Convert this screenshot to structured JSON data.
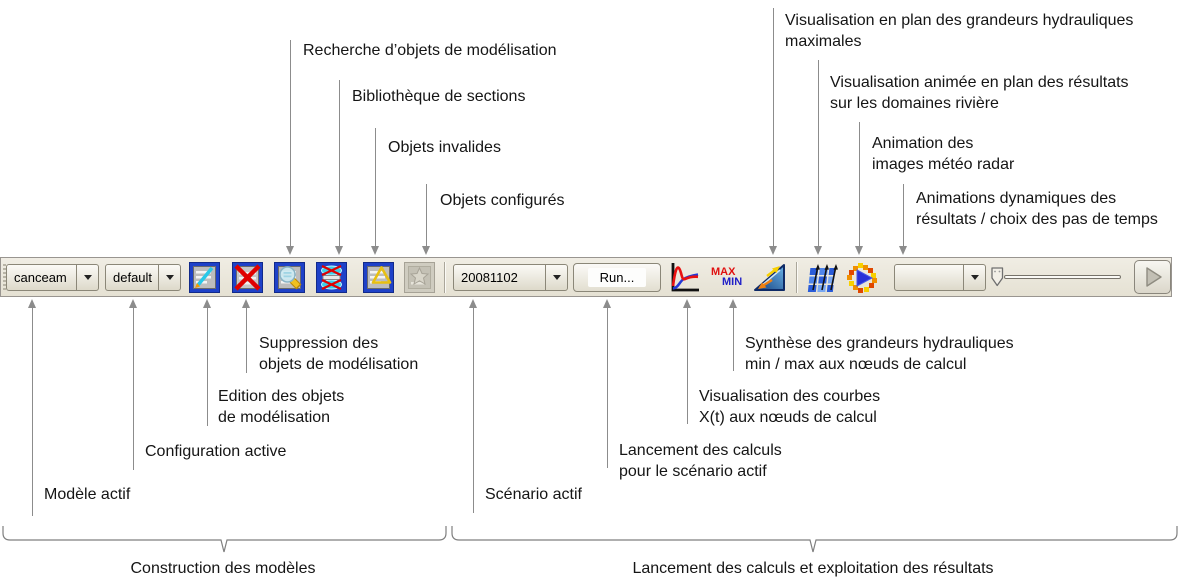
{
  "toolbar": {
    "model": "canceam",
    "configuration": "default",
    "scenario": "20081102",
    "run_label": "Run...",
    "timestep": "",
    "max_label": "MAX",
    "min_label": "MIN"
  },
  "callouts_top": [
    {
      "lines": [
        "Recherche d’objets de modélisation"
      ]
    },
    {
      "lines": [
        "Bibliothèque de sections"
      ]
    },
    {
      "lines": [
        "Objets invalides"
      ]
    },
    {
      "lines": [
        "Objets configurés"
      ]
    },
    {
      "lines": [
        "Visualisation en plan des grandeurs hydrauliques",
        "maximales"
      ]
    },
    {
      "lines": [
        "Visualisation animée en plan des résultats",
        "sur les domaines rivière"
      ]
    },
    {
      "lines": [
        "Animation des",
        "images météo radar"
      ]
    },
    {
      "lines": [
        "Animations dynamiques des",
        "résultats / choix des pas de temps"
      ]
    }
  ],
  "callouts_bottom": [
    {
      "lines": [
        "Modèle actif"
      ]
    },
    {
      "lines": [
        "Configuration active"
      ]
    },
    {
      "lines": [
        "Edition des objets",
        "de modélisation"
      ]
    },
    {
      "lines": [
        "Suppression des",
        "objets de modélisation"
      ]
    },
    {
      "lines": [
        "Scénario actif"
      ]
    },
    {
      "lines": [
        "Lancement des calculs",
        "pour le scénario actif"
      ]
    },
    {
      "lines": [
        "Visualisation des courbes",
        "X(t) aux nœuds de calcul"
      ]
    },
    {
      "lines": [
        "Synthèse des grandeurs hydrauliques",
        "min / max aux nœuds de calcul"
      ]
    }
  ],
  "groups": [
    {
      "label": "Construction des modèles"
    },
    {
      "label": "Lancement des calculs et exploitation  des résultats"
    }
  ],
  "icons": {
    "dropdown": "chevron-down-icon",
    "edit": "edit-objects-icon",
    "delete": "delete-objects-icon",
    "search": "search-objects-icon",
    "sections": "sections-library-icon",
    "invalid": "invalid-objects-icon",
    "configured": "configured-objects-icon",
    "curves": "xt-curves-icon",
    "maxmin": "max-min-icon",
    "plan": "plan-view-icon",
    "animated_plan": "animated-plan-icon",
    "radar": "radar-animation-icon",
    "play": "play-icon"
  },
  "colors": {
    "toolbar_bg": "#eae6da",
    "icon_blue": "#1e41c8",
    "delete_red": "#e00000",
    "max_red": "#e01010",
    "min_blue": "#2020c8",
    "callout_line": "#8c8c8c"
  }
}
